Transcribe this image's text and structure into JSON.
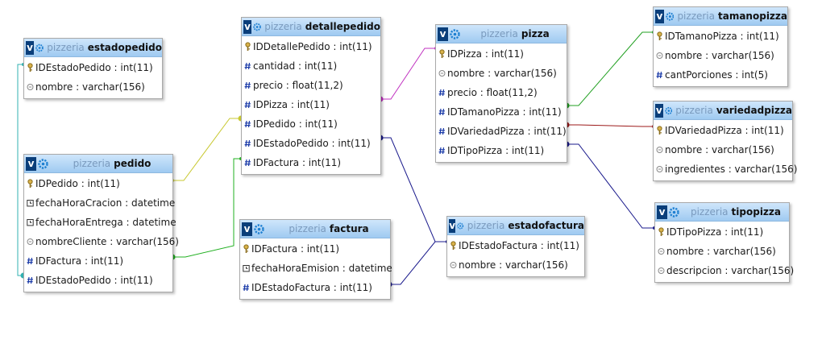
{
  "schema": "pizzeria",
  "colors": {
    "header_top": "#cfe6fb",
    "header_bottom": "#9fcaf1",
    "schema_text": "#7a9abd",
    "toggle_bg": "#0a3e7a"
  },
  "tables": {
    "estadopedido": {
      "name": "estadopedido",
      "columns": [
        {
          "icon": "key",
          "text": "IDEstadoPedido : int(11)"
        },
        {
          "icon": "text",
          "text": "nombre : varchar(156)"
        }
      ]
    },
    "pedido": {
      "name": "pedido",
      "columns": [
        {
          "icon": "key",
          "text": "IDPedido : int(11)"
        },
        {
          "icon": "clock",
          "text": "fechaHoraCracion : datetime"
        },
        {
          "icon": "clock",
          "text": "fechaHoraEntrega : datetime"
        },
        {
          "icon": "text",
          "text": "nombreCliente : varchar(156)"
        },
        {
          "icon": "hash",
          "text": "IDFactura : int(11)"
        },
        {
          "icon": "hash",
          "text": "IDEstadoPedido : int(11)"
        }
      ]
    },
    "detallepedido": {
      "name": "detallepedido",
      "columns": [
        {
          "icon": "key",
          "text": "IDDetallePedido : int(11)"
        },
        {
          "icon": "hash",
          "text": "cantidad : int(11)"
        },
        {
          "icon": "hash",
          "text": "precio : float(11,2)"
        },
        {
          "icon": "hash",
          "text": "IDPizza : int(11)"
        },
        {
          "icon": "hash",
          "text": "IDPedido : int(11)"
        },
        {
          "icon": "hash",
          "text": "IDEstadoPedido : int(11)"
        },
        {
          "icon": "hash",
          "text": "IDFactura : int(11)"
        }
      ]
    },
    "factura": {
      "name": "factura",
      "columns": [
        {
          "icon": "key",
          "text": "IDFactura : int(11)"
        },
        {
          "icon": "clock",
          "text": "fechaHoraEmision : datetime"
        },
        {
          "icon": "hash",
          "text": "IDEstadoFactura : int(11)"
        }
      ]
    },
    "pizza": {
      "name": "pizza",
      "columns": [
        {
          "icon": "key",
          "text": "IDPizza : int(11)"
        },
        {
          "icon": "text",
          "text": "nombre : varchar(156)"
        },
        {
          "icon": "hash",
          "text": "precio : float(11,2)"
        },
        {
          "icon": "hash",
          "text": "IDTamanoPizza : int(11)"
        },
        {
          "icon": "hash",
          "text": "IDVariedadPizza : int(11)"
        },
        {
          "icon": "hash",
          "text": "IDTipoPizza : int(11)"
        }
      ]
    },
    "estadofactura": {
      "name": "estadofactura",
      "columns": [
        {
          "icon": "key",
          "text": "IDEstadoFactura : int(11)"
        },
        {
          "icon": "text",
          "text": "nombre : varchar(156)"
        }
      ]
    },
    "tamanopizza": {
      "name": "tamanopizza",
      "columns": [
        {
          "icon": "key",
          "text": "IDTamanoPizza : int(11)"
        },
        {
          "icon": "text",
          "text": "nombre : varchar(156)"
        },
        {
          "icon": "hash",
          "text": "cantPorciones : int(5)"
        }
      ]
    },
    "variedadpizza": {
      "name": "variedadpizza",
      "columns": [
        {
          "icon": "key",
          "text": "IDVariedadPizza : int(11)"
        },
        {
          "icon": "text",
          "text": "nombre : varchar(156)"
        },
        {
          "icon": "text",
          "text": "ingredientes : varchar(156)"
        }
      ]
    },
    "tipopizza": {
      "name": "tipopizza",
      "columns": [
        {
          "icon": "key",
          "text": "IDTipoPizza : int(11)"
        },
        {
          "icon": "text",
          "text": "nombre : varchar(156)"
        },
        {
          "icon": "text",
          "text": "descripcion : varchar(156)"
        }
      ]
    }
  },
  "relations": [
    {
      "from": "detallepedido",
      "to": "pizza",
      "color": "#c030c0"
    },
    {
      "from": "detallepedido",
      "to": "pedido",
      "color": "#c8c830"
    },
    {
      "from": "pedido",
      "to": "factura",
      "color": "#22b022"
    },
    {
      "from": "detallepedido",
      "to": "estadofactura",
      "color": "#1a1a8c"
    },
    {
      "from": "factura",
      "to": "estadofactura",
      "color": "#1a1a8c"
    },
    {
      "from": "pizza",
      "to": "tamanopizza",
      "color": "#22a022"
    },
    {
      "from": "pizza",
      "to": "variedadpizza",
      "color": "#9c1a1a"
    },
    {
      "from": "pizza",
      "to": "tipopizza",
      "color": "#1a1a8c"
    },
    {
      "from": "pedido",
      "to": "estadopedido",
      "color": "#30b0b0"
    }
  ]
}
